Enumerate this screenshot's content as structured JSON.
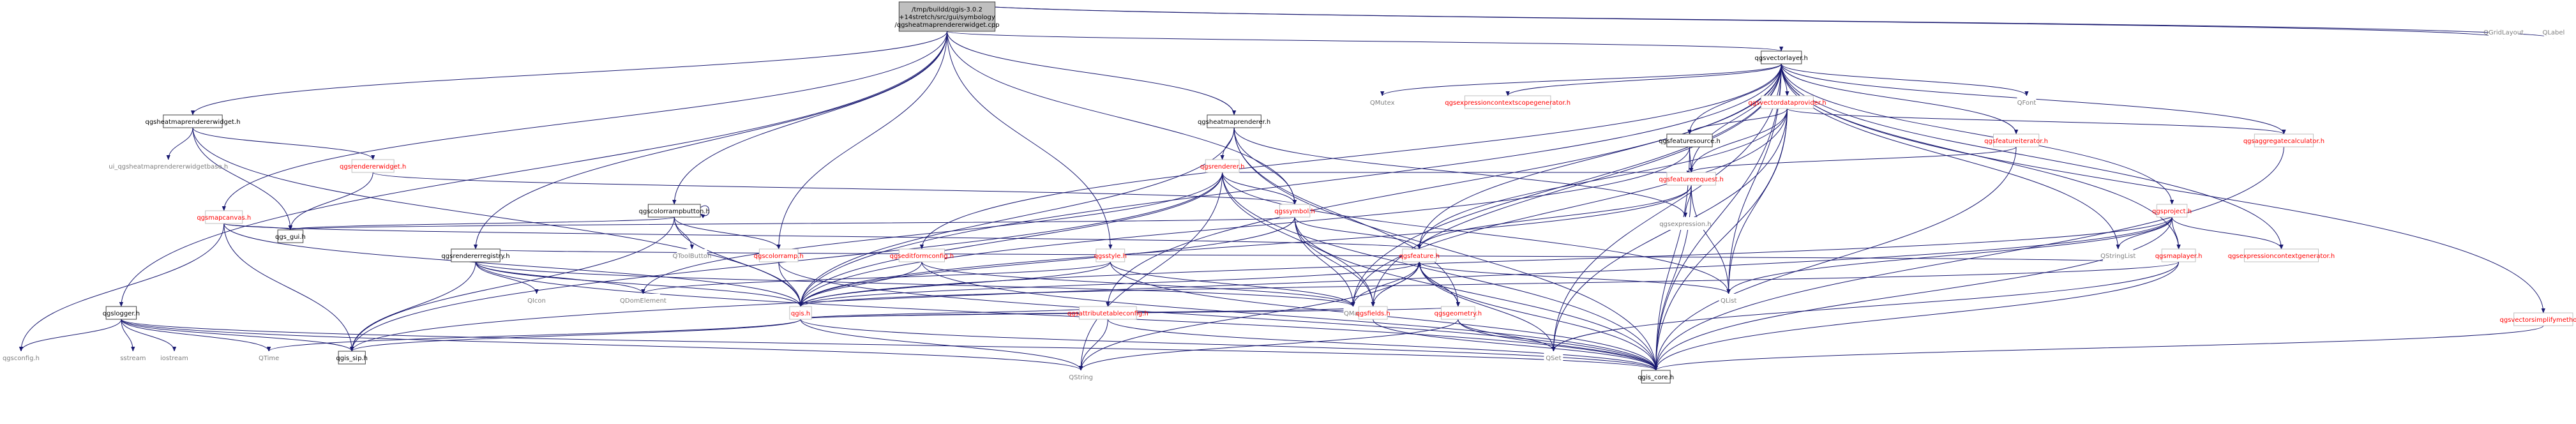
{
  "palette": {
    "edge": "#191970",
    "node_border": "#404040",
    "node_border_alt": "#bfbfbf",
    "text_black": "#000000",
    "text_red": "#ff0000",
    "text_gray": "#7f7f7f",
    "root_fill": "#bfbfbf",
    "node_fill": "#ffffff"
  },
  "nodes": [
    {
      "id": "root",
      "lines": [
        "/tmp/buildd/qgis-3.0.2",
        "+14stretch/src/gui/symbology",
        "/qgsheatmaprendererwidget.cpp"
      ],
      "style": "root"
    },
    {
      "id": "qgsheatmaprendererwidget_h",
      "lines": [
        "qgsheatmaprendererwidget.h"
      ],
      "style": "boxed"
    },
    {
      "id": "ui_qgsheatmaprendererwidgetbase_h",
      "lines": [
        "ui_qgsheatmaprendererwidgetbase.h"
      ],
      "style": "plain"
    },
    {
      "id": "qgsrendererwidget_h",
      "lines": [
        "qgsrendererwidget.h"
      ],
      "style": "red"
    },
    {
      "id": "qgsmapcanvas_h",
      "lines": [
        "qgsmapcanvas.h"
      ],
      "style": "red"
    },
    {
      "id": "qgs_gui_h",
      "lines": [
        "qgs_gui.h"
      ],
      "style": "boxed"
    },
    {
      "id": "qgslogger_h",
      "lines": [
        "qgslogger.h"
      ],
      "style": "boxed"
    },
    {
      "id": "qgsconfig_h",
      "lines": [
        "qgsconfig.h"
      ],
      "style": "plain"
    },
    {
      "id": "sstream",
      "lines": [
        "sstream"
      ],
      "style": "plain"
    },
    {
      "id": "iostream",
      "lines": [
        "iostream"
      ],
      "style": "plain"
    },
    {
      "id": "QTime",
      "lines": [
        "QTime"
      ],
      "style": "plain"
    },
    {
      "id": "qgis_sip_h",
      "lines": [
        "qgis_sip.h"
      ],
      "style": "boxed"
    },
    {
      "id": "qgsrendererregistry_h",
      "lines": [
        "qgsrendererregistry.h"
      ],
      "style": "boxed"
    },
    {
      "id": "QIcon",
      "lines": [
        "QIcon"
      ],
      "style": "plain"
    },
    {
      "id": "QDomElement",
      "lines": [
        "QDomElement"
      ],
      "style": "plain"
    },
    {
      "id": "qgscolorrampbutton_h",
      "lines": [
        "qgscolorrampbutton.h"
      ],
      "style": "boxed"
    },
    {
      "id": "QToolButton",
      "lines": [
        "QToolButton"
      ],
      "style": "plain"
    },
    {
      "id": "qgscolorramp_h",
      "lines": [
        "qgscolorramp.h"
      ],
      "style": "red"
    },
    {
      "id": "qgis_h",
      "lines": [
        "qgis.h"
      ],
      "style": "red"
    },
    {
      "id": "qgsheatmaprenderer_h",
      "lines": [
        "qgsheatmaprenderer.h"
      ],
      "style": "boxed"
    },
    {
      "id": "qgsrenderer_h",
      "lines": [
        "qgsrenderer.h"
      ],
      "style": "red"
    },
    {
      "id": "qgssymbol_h",
      "lines": [
        "qgssymbol.h"
      ],
      "style": "red"
    },
    {
      "id": "qgsstyle_h",
      "lines": [
        "qgsstyle.h"
      ],
      "style": "red"
    },
    {
      "id": "qgseditformconfig_h",
      "lines": [
        "qgseditformconfig.h"
      ],
      "style": "red"
    },
    {
      "id": "qgsattributetableconfig_h",
      "lines": [
        "qgsattributetableconfig.h"
      ],
      "style": "red"
    },
    {
      "id": "QString",
      "lines": [
        "QString"
      ],
      "style": "plain"
    },
    {
      "id": "qgsfeature_h",
      "lines": [
        "qgsfeature.h"
      ],
      "style": "red"
    },
    {
      "id": "QMap",
      "lines": [
        "QMap"
      ],
      "style": "plain"
    },
    {
      "id": "qgsfields_h",
      "lines": [
        "qgsfields.h"
      ],
      "style": "red"
    },
    {
      "id": "qgsgeometry_h",
      "lines": [
        "qgsgeometry.h"
      ],
      "style": "red"
    },
    {
      "id": "QSet",
      "lines": [
        "QSet"
      ],
      "style": "plain"
    },
    {
      "id": "QList",
      "lines": [
        "QList"
      ],
      "style": "plain"
    },
    {
      "id": "qgis_core_h",
      "lines": [
        "qgis_core.h"
      ],
      "style": "boxed"
    },
    {
      "id": "qgsvectorlayer_h",
      "lines": [
        "qgsvectorlayer.h"
      ],
      "style": "boxed"
    },
    {
      "id": "QMutex",
      "lines": [
        "QMutex"
      ],
      "style": "plain"
    },
    {
      "id": "qgsexpressioncontextscopegenerator_h",
      "lines": [
        "qgsexpressioncontextscopegenerator.h"
      ],
      "style": "red"
    },
    {
      "id": "qgsvectordataprovider_h",
      "lines": [
        "qgsvectordataprovider.h"
      ],
      "style": "red"
    },
    {
      "id": "qgsfeaturesource_h",
      "lines": [
        "qgsfeaturesource.h"
      ],
      "style": "boxed"
    },
    {
      "id": "qgsfeaturerequest_h",
      "lines": [
        "qgsfeaturerequest.h"
      ],
      "style": "red"
    },
    {
      "id": "qgsexpression_h",
      "lines": [
        "qgsexpression.h"
      ],
      "style": "plain"
    },
    {
      "id": "qgsfeatureiterator_h",
      "lines": [
        "qgsfeatureiterator.h"
      ],
      "style": "red"
    },
    {
      "id": "QFont",
      "lines": [
        "QFont"
      ],
      "style": "plain"
    },
    {
      "id": "qgsaggregatecalculator_h",
      "lines": [
        "qgsaggregatecalculator.h"
      ],
      "style": "red"
    },
    {
      "id": "qgsproject_h",
      "lines": [
        "qgsproject.h"
      ],
      "style": "red"
    },
    {
      "id": "QStringList",
      "lines": [
        "QStringList"
      ],
      "style": "plain"
    },
    {
      "id": "qgsmaplayer_h",
      "lines": [
        "qgsmaplayer.h"
      ],
      "style": "red"
    },
    {
      "id": "qgsexpressioncontextgenerator_h",
      "lines": [
        "qgsexpressioncontextgenerator.h"
      ],
      "style": "red"
    },
    {
      "id": "qgsvectorsimplifymethod_h",
      "lines": [
        "qgsvectorsimplifymethod.h"
      ],
      "style": "red"
    },
    {
      "id": "QGridLayout",
      "lines": [
        "QGridLayout"
      ],
      "style": "plain"
    },
    {
      "id": "QLabel",
      "lines": [
        "QLabel"
      ],
      "style": "plain"
    }
  ],
  "edges": [
    [
      "root",
      "qgsheatmaprendererwidget_h"
    ],
    [
      "root",
      "qgsmapcanvas_h"
    ],
    [
      "root",
      "qgslogger_h"
    ],
    [
      "root",
      "qgsrendererregistry_h"
    ],
    [
      "root",
      "qgscolorrampbutton_h"
    ],
    [
      "root",
      "qgscolorramp_h"
    ],
    [
      "root",
      "qgsstyle_h"
    ],
    [
      "root",
      "qgsheatmaprenderer_h"
    ],
    [
      "root",
      "qgssymbol_h"
    ],
    [
      "root",
      "qgsvectorlayer_h"
    ],
    [
      "root",
      "QGridLayout"
    ],
    [
      "root",
      "QLabel"
    ],
    [
      "qgsheatmaprendererwidget_h",
      "ui_qgsheatmaprendererwidgetbase_h"
    ],
    [
      "qgsheatmaprendererwidget_h",
      "qgsrendererwidget_h"
    ],
    [
      "qgsheatmaprendererwidget_h",
      "qgs_gui_h"
    ],
    [
      "qgsheatmaprendererwidget_h",
      "qgis_h"
    ],
    [
      "qgsrendererwidget_h",
      "qgs_gui_h"
    ],
    [
      "qgsrendererwidget_h",
      "qgssymbol_h"
    ],
    [
      "qgsmapcanvas_h",
      "qgs_gui_h"
    ],
    [
      "qgsmapcanvas_h",
      "qgsconfig_h"
    ],
    [
      "qgsmapcanvas_h",
      "qgis_h"
    ],
    [
      "qgsmapcanvas_h",
      "qgis_sip_h"
    ],
    [
      "qgsmapcanvas_h",
      "qgsfeature_h"
    ],
    [
      "qgslogger_h",
      "qgsconfig_h"
    ],
    [
      "qgslogger_h",
      "sstream"
    ],
    [
      "qgslogger_h",
      "iostream"
    ],
    [
      "qgslogger_h",
      "QTime"
    ],
    [
      "qgslogger_h",
      "qgis_sip_h"
    ],
    [
      "qgslogger_h",
      "qgis_core_h"
    ],
    [
      "qgslogger_h",
      "QString"
    ],
    [
      "qgsrendererregistry_h",
      "QIcon"
    ],
    [
      "qgsrendererregistry_h",
      "QDomElement"
    ],
    [
      "qgsrendererregistry_h",
      "qgis_h"
    ],
    [
      "qgsrendererregistry_h",
      "qgis_sip_h"
    ],
    [
      "qgsrendererregistry_h",
      "QMap"
    ],
    [
      "qgsrendererregistry_h",
      "qgis_core_h"
    ],
    [
      "qgsrendererregistry_h",
      "QStringList"
    ],
    [
      "qgscolorrampbutton_h",
      "qgscolorrampbutton_h"
    ],
    [
      "qgscolorrampbutton_h",
      "QToolButton"
    ],
    [
      "qgscolorrampbutton_h",
      "qgscolorramp_h"
    ],
    [
      "qgscolorrampbutton_h",
      "qgs_gui_h"
    ],
    [
      "qgscolorrampbutton_h",
      "qgis_h"
    ],
    [
      "qgscolorrampbutton_h",
      "qgis_sip_h"
    ],
    [
      "qgscolorramp_h",
      "qgis_h"
    ],
    [
      "qgscolorramp_h",
      "qgis_core_h"
    ],
    [
      "qgsheatmaprenderer_h",
      "qgsrenderer_h"
    ],
    [
      "qgsheatmaprenderer_h",
      "qgssymbol_h"
    ],
    [
      "qgsheatmaprenderer_h",
      "qgis_h"
    ],
    [
      "qgsheatmaprenderer_h",
      "qgis_core_h"
    ],
    [
      "qgsheatmaprenderer_h",
      "qgsexpression_h"
    ],
    [
      "qgsheatmaprenderer_h",
      "qgsgeometry_h"
    ],
    [
      "qgsrenderer_h",
      "qgis_h"
    ],
    [
      "qgsrenderer_h",
      "qgssymbol_h"
    ],
    [
      "qgsrenderer_h",
      "qgis_sip_h"
    ],
    [
      "qgsrenderer_h",
      "qgsfields_h"
    ],
    [
      "qgsrenderer_h",
      "qgsfeaturerequest_h"
    ],
    [
      "qgsrenderer_h",
      "QDomElement"
    ],
    [
      "qgsrenderer_h",
      "QString"
    ],
    [
      "qgsrenderer_h",
      "qgis_core_h"
    ],
    [
      "qgsrenderer_h",
      "QList"
    ],
    [
      "qgssymbol_h",
      "qgis_h"
    ],
    [
      "qgssymbol_h",
      "qgsfeature_h"
    ],
    [
      "qgssymbol_h",
      "qgsfields_h"
    ],
    [
      "qgssymbol_h",
      "QMap"
    ],
    [
      "qgssymbol_h",
      "qgis_core_h"
    ],
    [
      "qgssymbol_h",
      "qgs_gui_h"
    ],
    [
      "qgsstyle_h",
      "qgis_h"
    ],
    [
      "qgsstyle_h",
      "QMap"
    ],
    [
      "qgsstyle_h",
      "QDomElement"
    ],
    [
      "qgsstyle_h",
      "qgis_core_h"
    ],
    [
      "qgseditformconfig_h",
      "qgis_h"
    ],
    [
      "qgseditformconfig_h",
      "qgis_core_h"
    ],
    [
      "qgseditformconfig_h",
      "QMap"
    ],
    [
      "qgsattributetableconfig_h",
      "qgis_h"
    ],
    [
      "qgsattributetableconfig_h",
      "QString"
    ],
    [
      "qgsattributetableconfig_h",
      "qgis_core_h"
    ],
    [
      "qgsfeature_h",
      "qgis_h"
    ],
    [
      "qgsfeature_h",
      "QMap"
    ],
    [
      "qgsfeature_h",
      "QString"
    ],
    [
      "qgsfeature_h",
      "QList"
    ],
    [
      "qgsfeature_h",
      "QSet"
    ],
    [
      "qgsfeature_h",
      "qgsfields_h"
    ],
    [
      "qgsfeature_h",
      "qgsgeometry_h"
    ],
    [
      "qgsfeature_h",
      "qgis_core_h"
    ],
    [
      "qgsfields_h",
      "qgis_h"
    ],
    [
      "qgsfields_h",
      "qgis_core_h"
    ],
    [
      "qgsgeometry_h",
      "qgis_h"
    ],
    [
      "qgsgeometry_h",
      "QSet"
    ],
    [
      "qgsgeometry_h",
      "QString"
    ],
    [
      "qgsgeometry_h",
      "qgsfeature_h"
    ],
    [
      "qgsgeometry_h",
      "qgis_core_h"
    ],
    [
      "qgis_h",
      "QString"
    ],
    [
      "qgis_h",
      "qgis_sip_h"
    ],
    [
      "qgis_h",
      "qgis_core_h"
    ],
    [
      "qgis_h",
      "QTime"
    ],
    [
      "qgsvectorlayer_h",
      "QMutex"
    ],
    [
      "qgsvectorlayer_h",
      "qgsexpressioncontextscopegenerator_h"
    ],
    [
      "qgsvectorlayer_h",
      "qgsvectordataprovider_h"
    ],
    [
      "qgsvectorlayer_h",
      "qgsfeaturesource_h"
    ],
    [
      "qgsvectorlayer_h",
      "qgsfeatureiterator_h"
    ],
    [
      "qgsvectorlayer_h",
      "QFont"
    ],
    [
      "qgsvectorlayer_h",
      "qgsaggregatecalculator_h"
    ],
    [
      "qgsvectorlayer_h",
      "qgsproject_h"
    ],
    [
      "qgsvectorlayer_h",
      "qgsvectorsimplifymethod_h"
    ],
    [
      "qgsvectorlayer_h",
      "qgsmaplayer_h"
    ],
    [
      "qgsvectorlayer_h",
      "qgsexpressioncontextgenerator_h"
    ],
    [
      "qgsvectorlayer_h",
      "QStringList"
    ],
    [
      "qgsvectorlayer_h",
      "qgis_core_h"
    ],
    [
      "qgsvectorlayer_h",
      "QList"
    ],
    [
      "qgsvectorlayer_h",
      "QMap"
    ],
    [
      "qgsvectorlayer_h",
      "QSet"
    ],
    [
      "qgsvectorlayer_h",
      "qgseditformconfig_h"
    ],
    [
      "qgsvectorlayer_h",
      "qgsattributetableconfig_h"
    ],
    [
      "qgsvectorlayer_h",
      "qgsfeature_h"
    ],
    [
      "qgsvectorlayer_h",
      "qgsfields_h"
    ],
    [
      "qgsvectorlayer_h",
      "qgis_h"
    ],
    [
      "qgsvectorlayer_h",
      "qgsfeaturerequest_h"
    ],
    [
      "qgsvectordataprovider_h",
      "qgsfeaturesource_h"
    ],
    [
      "qgsvectordataprovider_h",
      "qgsfeaturerequest_h"
    ],
    [
      "qgsvectordataprovider_h",
      "qgsaggregatecalculator_h"
    ],
    [
      "qgsvectordataprovider_h",
      "qgis_core_h"
    ],
    [
      "qgsvectordataprovider_h",
      "QList"
    ],
    [
      "qgsvectordataprovider_h",
      "QMap"
    ],
    [
      "qgsvectordataprovider_h",
      "QSet"
    ],
    [
      "qgsvectordataprovider_h",
      "qgsfeature_h"
    ],
    [
      "qgsfeaturesource_h",
      "qgis_core_h"
    ],
    [
      "qgsfeaturesource_h",
      "qgis_h"
    ],
    [
      "qgsfeaturesource_h",
      "qgsfeaturerequest_h"
    ],
    [
      "qgsfeaturerequest_h",
      "qgsfeature_h"
    ],
    [
      "qgsfeaturerequest_h",
      "qgsexpression_h"
    ],
    [
      "qgsfeaturerequest_h",
      "QList"
    ],
    [
      "qgsfeaturerequest_h",
      "qgis_core_h"
    ],
    [
      "qgsfeaturerequest_h",
      "qgis_h"
    ],
    [
      "qgsfeatureiterator_h",
      "qgsfeaturerequest_h"
    ],
    [
      "qgsfeatureiterator_h",
      "qgis_core_h"
    ],
    [
      "qgsaggregatecalculator_h",
      "qgis_core_h"
    ],
    [
      "qgsproject_h",
      "QStringList"
    ],
    [
      "qgsproject_h",
      "qgsmaplayer_h"
    ],
    [
      "qgsproject_h",
      "qgsexpressioncontextgenerator_h"
    ],
    [
      "qgsproject_h",
      "qgis_core_h"
    ],
    [
      "qgsproject_h",
      "QList"
    ],
    [
      "qgsproject_h",
      "qgis_sip_h"
    ],
    [
      "qgsproject_h",
      "qgis_h"
    ],
    [
      "qgsmaplayer_h",
      "qgis_core_h"
    ],
    [
      "qgsmaplayer_h",
      "qgis_h"
    ],
    [
      "qgsmaplayer_h",
      "QSet"
    ],
    [
      "qgsvectorsimplifymethod_h",
      "qgis_core_h"
    ]
  ]
}
